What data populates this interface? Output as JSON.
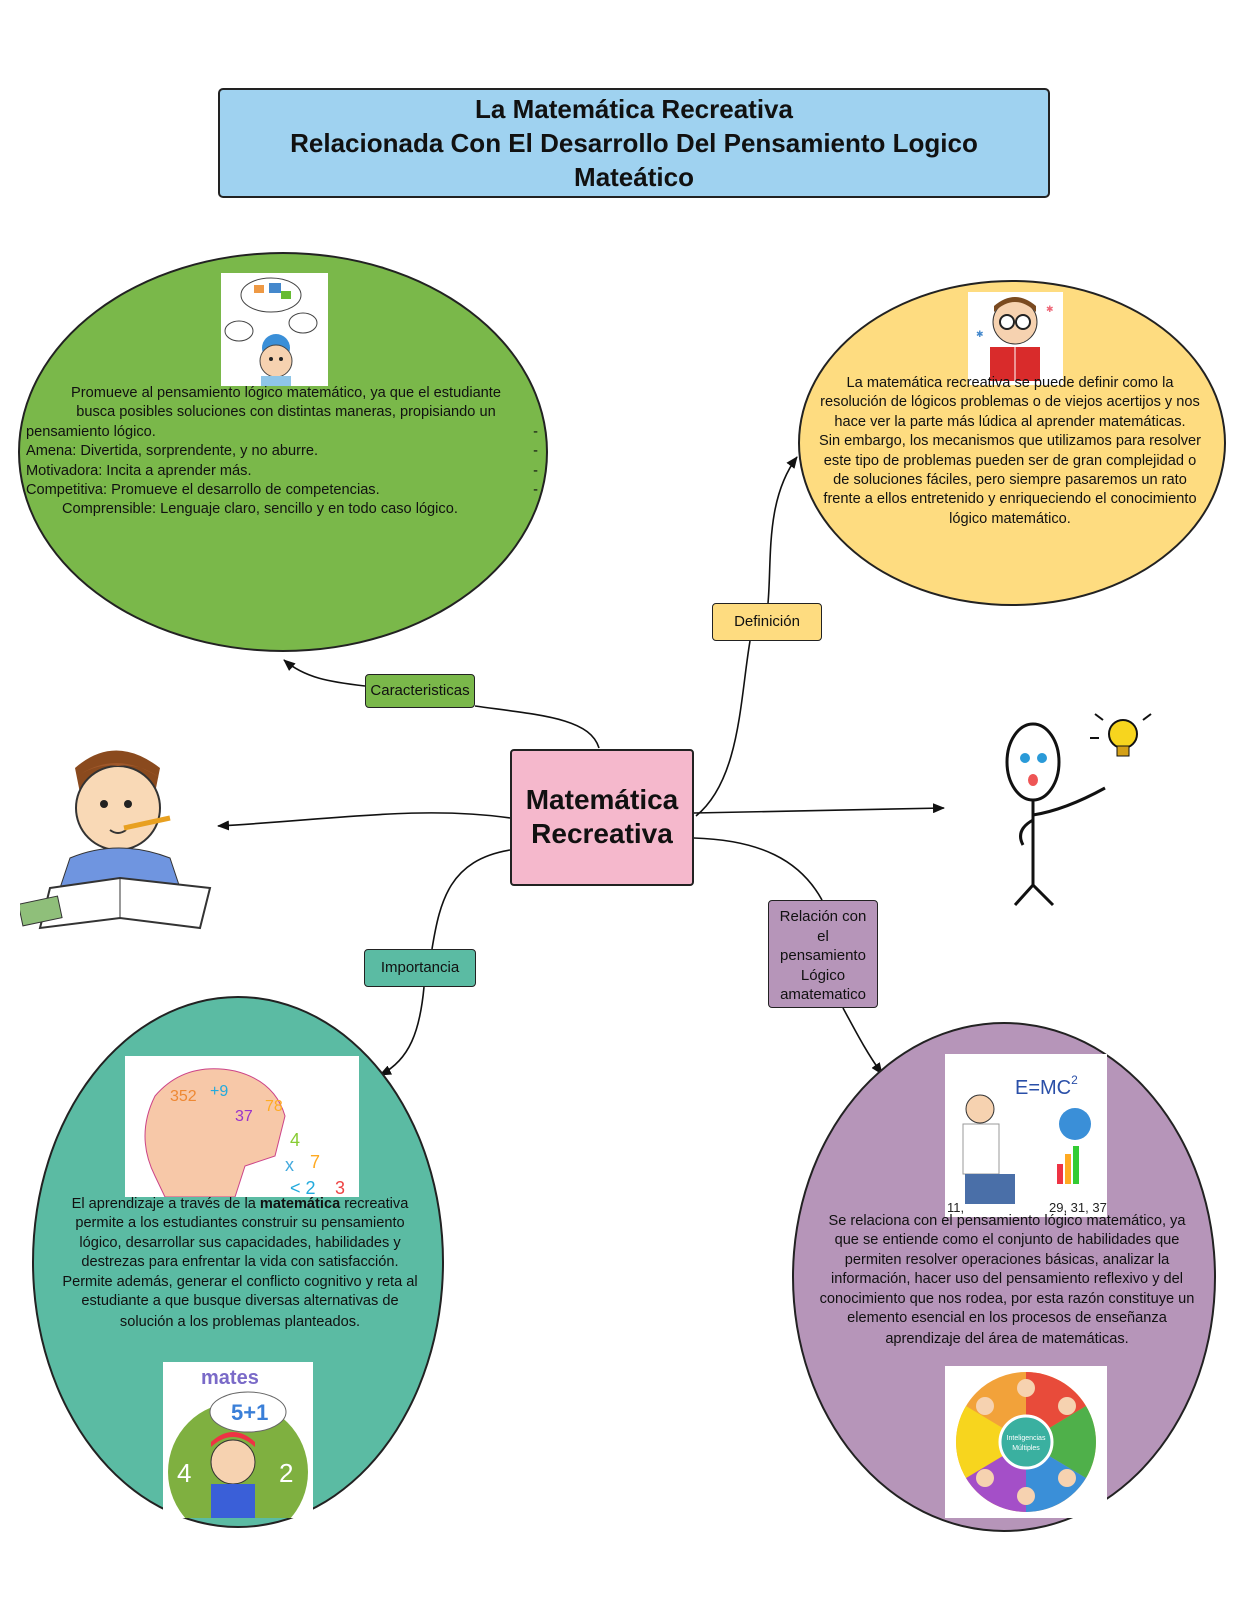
{
  "title": {
    "line1": "La Matemática Recreativa",
    "line2": "Relacionada Con El  Desarrollo Del Pensamiento Logico",
    "line3": "Mateático"
  },
  "center": {
    "line1": "Matemática",
    "line2": "Recreativa"
  },
  "labels": {
    "caracteristicas": "Caracteristicas",
    "definicion": "Definición",
    "importancia": "Importancia",
    "relacion": [
      "Relación con",
      "el",
      "pensamiento",
      "Lógico",
      "amatematico"
    ]
  },
  "caracteristicas": {
    "intro1": "Promueve al pensamiento lógico matemático, ya que el estudiante",
    "intro2": "busca posibles soluciones con distintas maneras, propisiando un",
    "intro3": "pensamiento lógico.",
    "item1": "Amena: Divertida, sorprendente, y no aburre.",
    "item2": "Motivadora: Incita a aprender más.",
    "item3": "Competitiva: Promueve el desarrollo de competencias.",
    "item4": "Comprensible: Lenguaje claro, sencillo y en todo caso lógico.",
    "dash": "-"
  },
  "definicion": {
    "lines": [
      "La matemática recreativa se puede definir como la",
      "resolución de lógicos problemas o de viejos acertijos y nos",
      "hace ver la parte más lúdica al aprender matemáticas.",
      "Sin embargo, los mecanismos que utilizamos para resolver",
      "este tipo de problemas pueden ser de gran complejidad o",
      "de soluciones fáciles, pero siempre pasaremos un rato",
      "frente a ellos entretenido y enriqueciendo el conocimiento",
      "lógico matemático."
    ]
  },
  "importancia": {
    "line1_pre": "El aprendizaje a través de la ",
    "line1_bold": "matemática",
    "line1_post": " recreativa",
    "lines": [
      "permite a los estudiantes construir su pensamiento",
      "lógico, desarrollar sus capacidades, habilidades y",
      "destrezas para enfrentar la vida con satisfacción.",
      "Permite además, generar el conflicto cognitivo y reta al",
      "estudiante a que busque diversas alternativas de",
      "solución a los problemas planteados."
    ]
  },
  "relacion": {
    "lines": [
      "Se relaciona con el pensamiento lógico matemático, ya",
      "que se entiende como el conjunto de habilidades que",
      "permiten resolver operaciones básicas, analizar la",
      "información, hacer uso del pensamiento reflexivo y del",
      "conocimiento que nos rodea, por esta razón constituye un",
      "elemento esencial en los procesos de enseñanza",
      "aprendizaje del área de matemáticas."
    ]
  },
  "image_text": {
    "mates": "mates",
    "sum": "5+1",
    "formula": "E=MC",
    "formula_exp": "2",
    "seq_left": "11,",
    "seq_right": "29, 31, 37",
    "intel1": "Inteligencias",
    "intel2": "Múltiples"
  },
  "colors": {
    "title_bg": "#9fd2f0",
    "green": "#7ab84a",
    "yellow": "#fedc80",
    "teal": "#5bbba3",
    "purple": "#b695b9",
    "pink": "#f5b8cc"
  }
}
